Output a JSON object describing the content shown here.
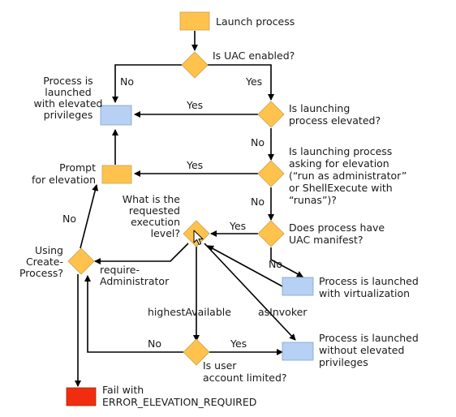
{
  "colors": {
    "process": "#FFC34D",
    "decision": "#FFC34D",
    "outcome": "#B7D1F5",
    "failure": "#F02E0F"
  },
  "nodes": {
    "launch": [
      "Launch process"
    ],
    "uac": [
      "Is UAC enabled?"
    ],
    "elevated_result": [
      "Process is",
      "launched",
      "with elevated",
      "privileges"
    ],
    "launching_elevated": [
      "Is launching",
      "process elevated?"
    ],
    "prompt": [
      "Prompt",
      "for elevation"
    ],
    "asking": [
      "Is launching process",
      "asking for elevation",
      "(“run as administrator”",
      "or ShellExecute with",
      "“runas”)?"
    ],
    "level": [
      "What is the",
      "requested",
      "execution",
      "level?"
    ],
    "manifest": [
      "Does process have",
      "UAC manifest?"
    ],
    "createprocess": [
      "Using",
      "Create-",
      "Process?"
    ],
    "virtualization": [
      "Process is launched",
      "with virtualization"
    ],
    "limited": [
      "Is user",
      "account limited?"
    ],
    "not_elevated": [
      "Process is launched",
      "without elevated",
      "privileges"
    ],
    "fail": [
      "Fail with",
      "ERROR_ELEVATION_REQUIRED"
    ]
  },
  "edges": {
    "uac_no": "No",
    "uac_yes": "Yes",
    "elevated_yes": "Yes",
    "elevated_no": "No",
    "asking_yes": "Yes",
    "asking_no": "No",
    "manifest_yes": "Yes",
    "manifest_no": "No",
    "createprocess_no": "No",
    "level_require": [
      "require-",
      "Administrator"
    ],
    "level_highest": "highestAvailable",
    "level_asinvoker": "asInvoker",
    "limited_no": "No",
    "limited_yes": "Yes"
  }
}
